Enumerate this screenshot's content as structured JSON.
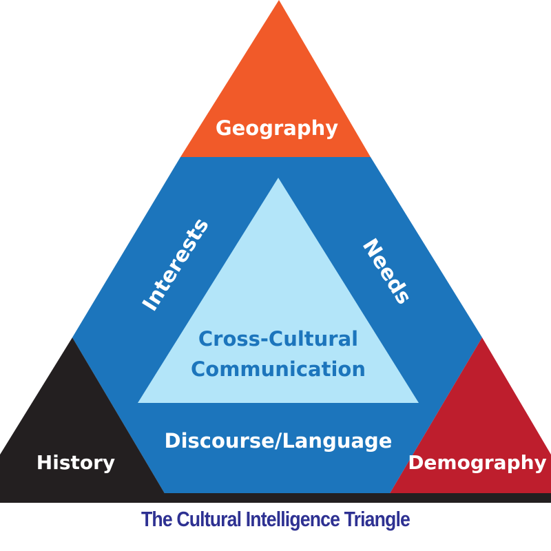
{
  "diagram": {
    "corners": {
      "top": {
        "label": "Geography",
        "color": "#f15a29"
      },
      "left": {
        "label": "History",
        "color": "#231f20"
      },
      "right": {
        "label": "Demography",
        "color": "#be1e2d"
      }
    },
    "middle": {
      "color": "#1c75bc",
      "left_side_label": "Interests",
      "right_side_label": "Needs",
      "bottom_label": "Discourse/Language"
    },
    "center": {
      "color": "#b3e5f9",
      "text_color": "#1c75bc",
      "line1": "Cross-Cultural",
      "line2": "Communication"
    },
    "base_bar_color": "#231f20"
  },
  "caption": {
    "text": "The Cultural Intelligence Triangle",
    "color": "#2e3192"
  }
}
